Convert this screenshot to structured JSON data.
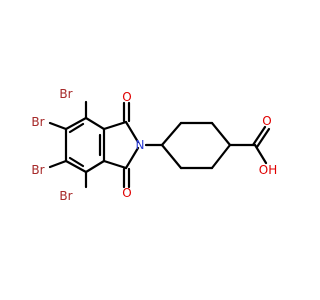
{
  "molecule": {
    "colors": {
      "bond": "#000000",
      "bromine": "#a62929",
      "oxygen": "#e00000",
      "nitrogen": "#2a3bd6"
    },
    "atom_labels": {
      "br1": "Br",
      "br2": "Br",
      "br3": "Br",
      "br4": "Br",
      "o_top": "O",
      "o_bottom": "O",
      "n": "N",
      "o_acid": "O",
      "oh": "OH"
    }
  }
}
